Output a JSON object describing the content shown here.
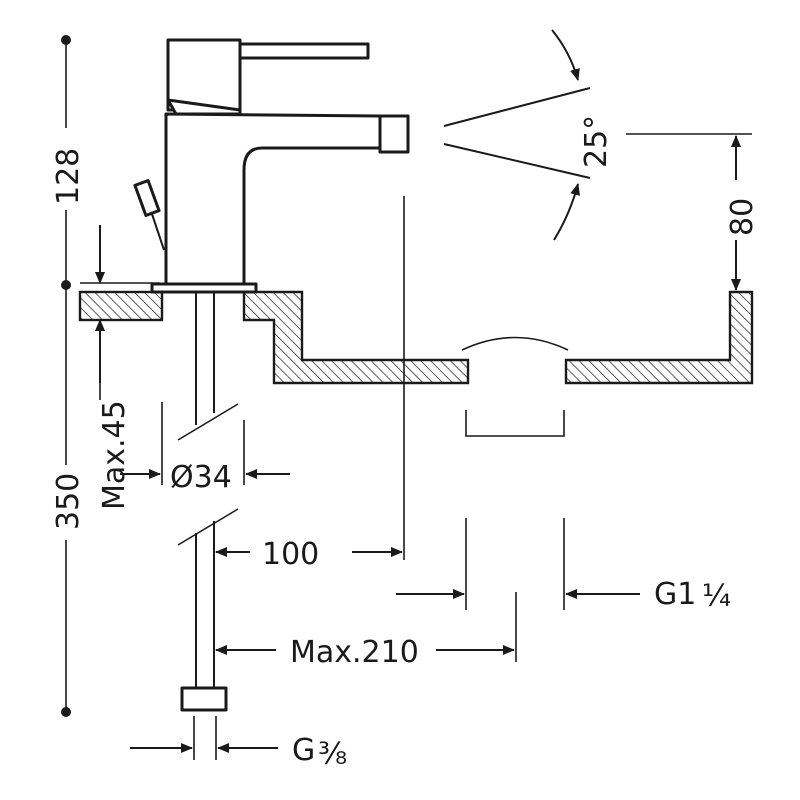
{
  "drawing": {
    "dimensions": {
      "overall_height": "350",
      "spout_height": "128",
      "max_deck": "Max.45",
      "diameter": "Ø34",
      "spout_reach": "100",
      "max_reach": "Max.210",
      "spray_angle": "25°",
      "rim_height": "80",
      "waste_thread_main": "G1",
      "waste_thread_frac": "¼",
      "supply_thread_main": "G",
      "supply_thread_frac": "⅜"
    },
    "colors": {
      "line": "#1a1a1a",
      "background": "#ffffff"
    }
  }
}
